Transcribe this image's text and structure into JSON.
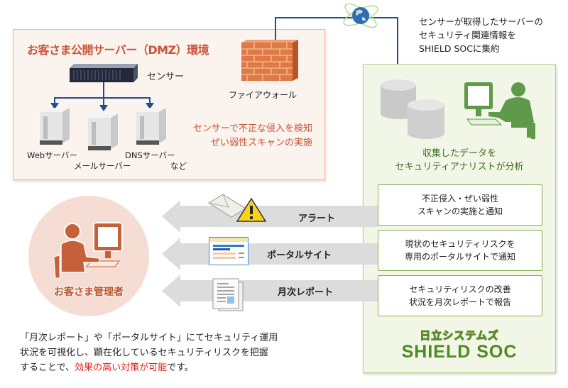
{
  "dmz": {
    "title": "お客さま公開サーバー（DMZ）環境",
    "sensor_label": "センサー",
    "firewall_label": "ファイアウォール",
    "servers": [
      {
        "label": "Webサーバー"
      },
      {
        "label": "メールサーバー"
      },
      {
        "label": "DNSサーバー"
      }
    ],
    "servers_etc": "など",
    "note_lines": [
      "センサーで不正な侵入を検知",
      "ぜい弱性スキャンの実施"
    ]
  },
  "collect_note_lines": [
    "センサーが取得したサーバーの",
    "セキュリティ関連情報を",
    "SHIELD SOCに集約"
  ],
  "soc": {
    "analyst_lines": [
      "収集したデータを",
      "セキュリティアナリストが分析"
    ],
    "services": [
      {
        "lines": [
          "不正侵入・ぜい弱性",
          "スキャンの実施と通知"
        ]
      },
      {
        "lines": [
          "現状のセキュリティリスクを",
          "専用のポータルサイトで通知"
        ]
      },
      {
        "lines": [
          "セキュリティリスクの改善",
          "状況を月次レポートで報告"
        ]
      }
    ],
    "brand_jp": "日立システムズ",
    "brand_en": "SHIELD SOC"
  },
  "channels": [
    {
      "label": "アラート",
      "icon": "alert-mail-icon"
    },
    {
      "label": "ポータルサイト",
      "icon": "portal-window-icon"
    },
    {
      "label": "月次レポート",
      "icon": "report-document-icon"
    }
  ],
  "admin": {
    "label": "お客さま管理者"
  },
  "bottom": {
    "line1": "「月次レポート」や「ポータルサイト」にてセキュリティ運用",
    "line2": "状況を可視化し、顕在化しているセキュリティリスクを把握",
    "line3_pre": "することで、",
    "line3_highlight": "効果の高い対策が可能",
    "line3_post": "です。"
  },
  "colors": {
    "dmz_accent": "#c8553a",
    "soc_accent": "#4f8a25",
    "connector": "#1f4e8c",
    "highlight": "#e02020"
  }
}
